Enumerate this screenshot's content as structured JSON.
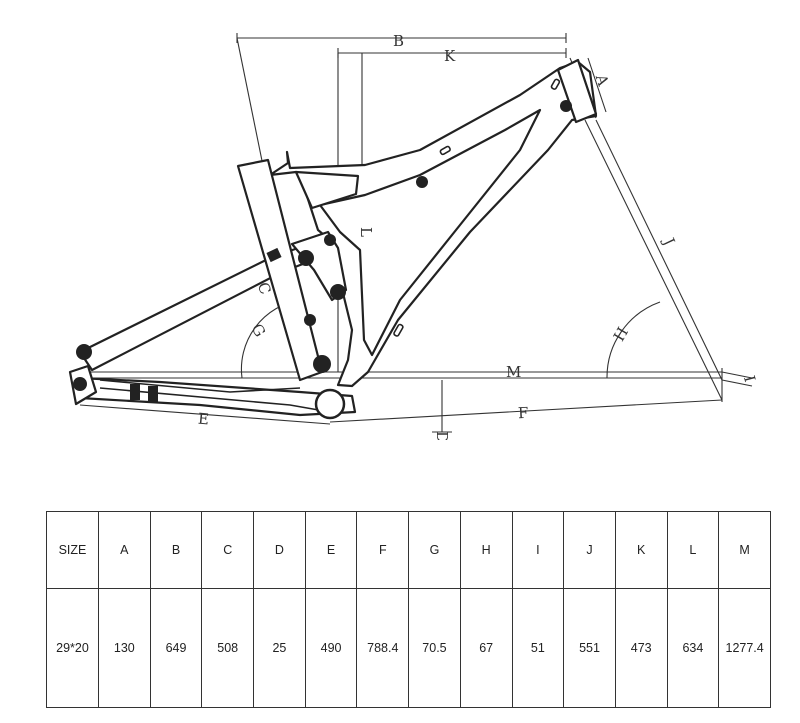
{
  "diagram": {
    "labels": {
      "A": "A",
      "B": "B",
      "C": "C",
      "D": "D",
      "E": "E",
      "F": "F",
      "G": "G",
      "H": "H",
      "I": "I",
      "J": "J",
      "K": "K",
      "L": "L",
      "M": "M"
    }
  },
  "table": {
    "header": [
      "SIZE",
      "A",
      "B",
      "C",
      "D",
      "E",
      "F",
      "G",
      "H",
      "I",
      "J",
      "K",
      "L",
      "M"
    ],
    "row": [
      "29*20",
      "130",
      "649",
      "508",
      "25",
      "490",
      "788.4",
      "70.5",
      "67",
      "51",
      "551",
      "473",
      "634",
      "1277.4"
    ]
  }
}
